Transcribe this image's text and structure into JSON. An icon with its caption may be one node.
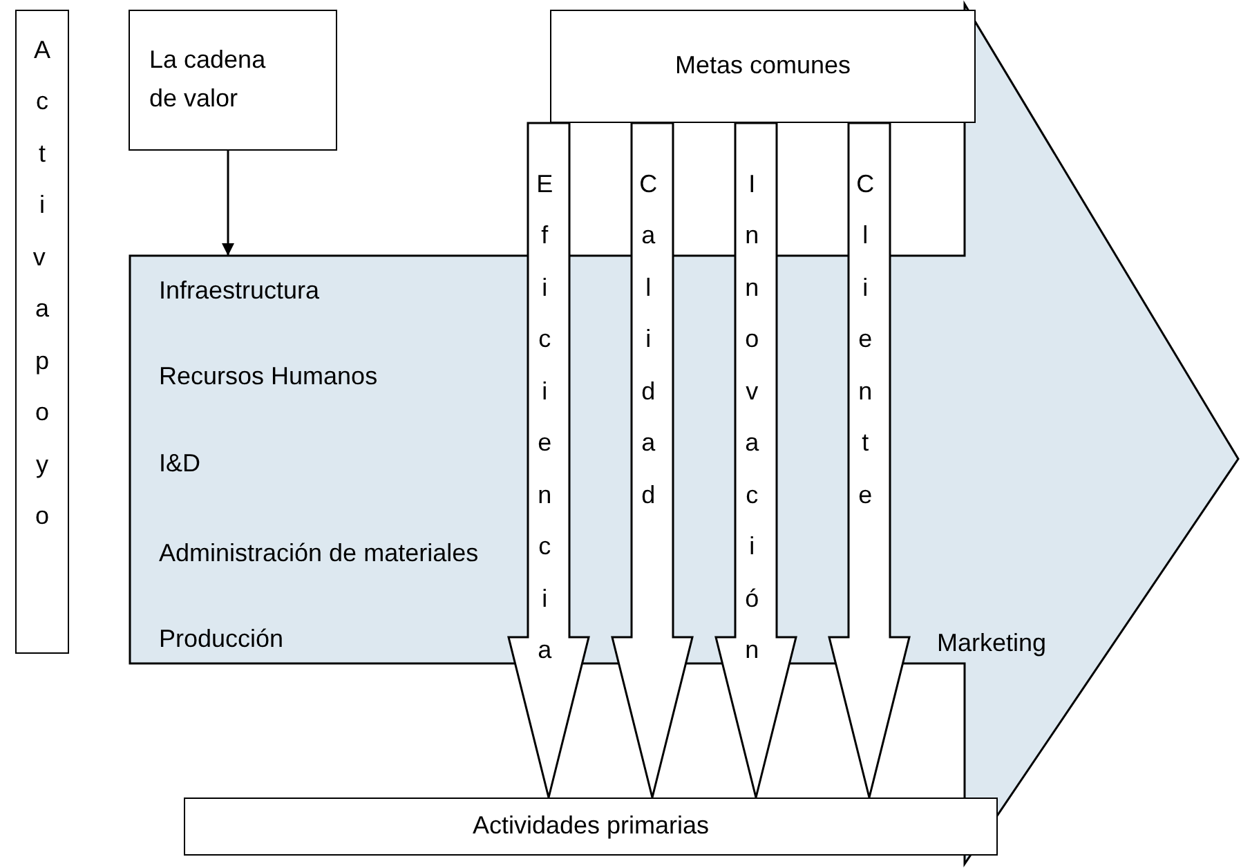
{
  "diagram": {
    "nodes": [
      {
        "text": [
          "Activ apoyo"
        ]
      },
      {
        "text": [
          "La cadena de valor"
        ]
      },
      {
        "text": [
          "Metas comunes"
        ]
      },
      {
        "text": [
          "Infraestructura",
          "Recursos Humanos",
          "I&D",
          "Administración de materiales",
          "Producción",
          "Marketing"
        ]
      },
      {
        "text": [
          "Actividades primarias"
        ]
      }
    ],
    "edges": [
      {
        "from": 1,
        "to": 3,
        "arrow": "to"
      },
      {
        "from": 2,
        "to": 4,
        "arrow": "to",
        "label": "Eficiencia",
        "style": "thick"
      },
      {
        "from": 2,
        "to": 4,
        "arrow": "to",
        "label": "Calidad",
        "style": "thick"
      },
      {
        "from": 2,
        "to": 4,
        "arrow": "to",
        "label": "Innovación",
        "style": "thick"
      },
      {
        "from": 2,
        "to": 4,
        "arrow": "to",
        "label": "Cliente",
        "style": "thick"
      }
    ]
  }
}
